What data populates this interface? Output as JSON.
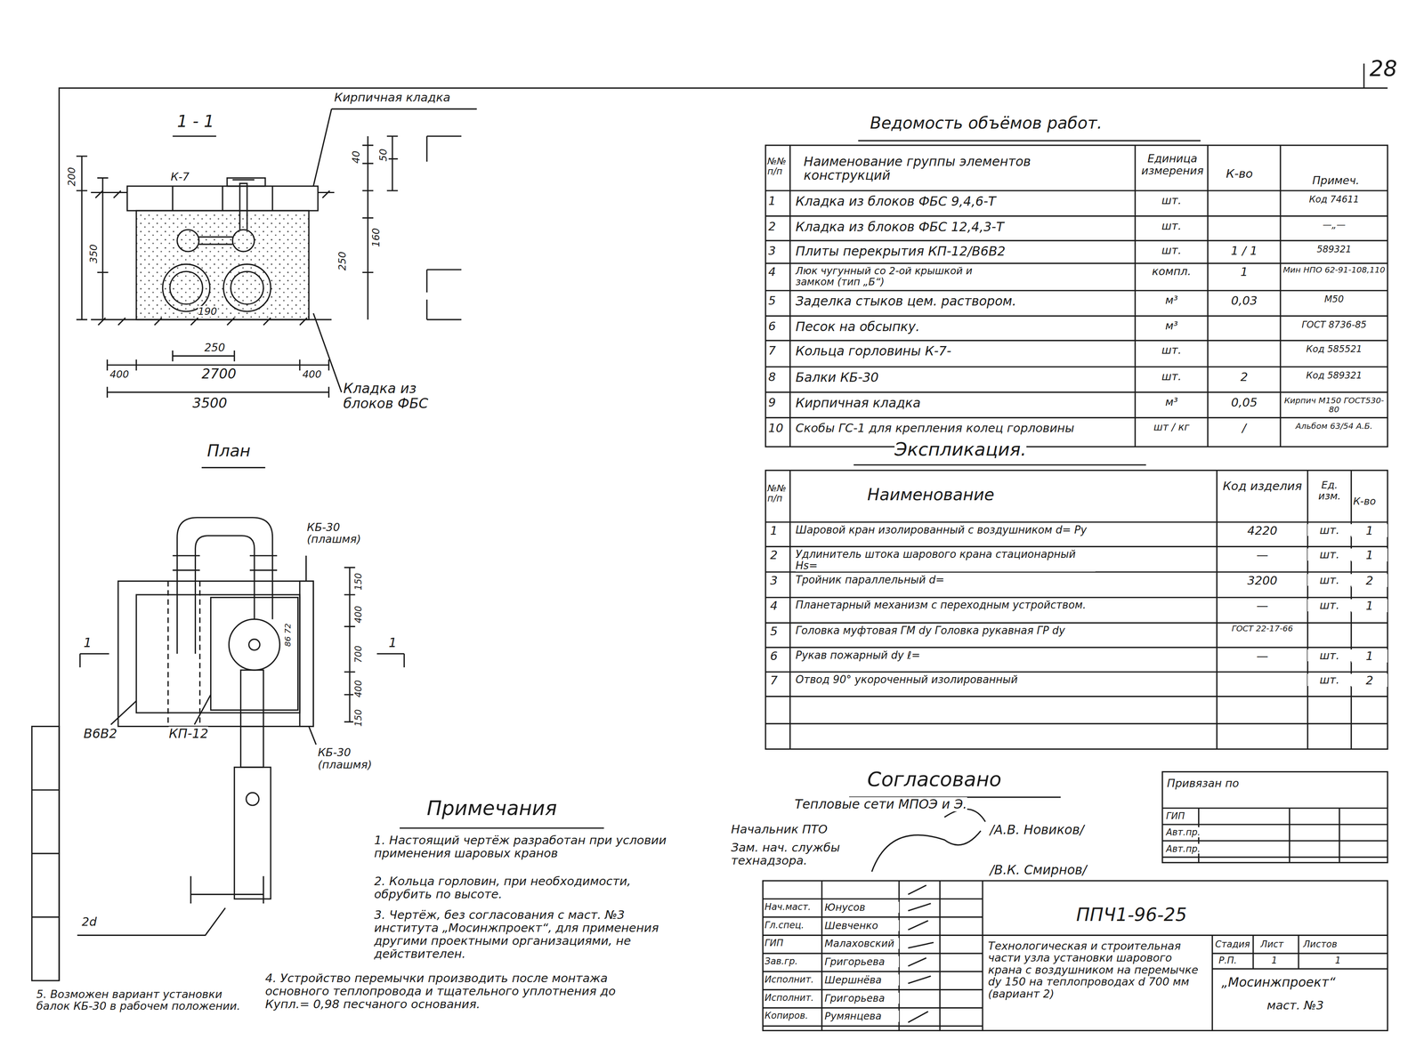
{
  "diagram": {
    "labels": [
      "28",
      "Кирпичная кладка",
      "1 - 1",
      "К-7",
      "200",
      "350",
      "40",
      "50",
      "250",
      "160",
      "190",
      "250",
      "2700",
      "400",
      "400",
      "3500",
      "Кладка из блоков ФБС",
      "План",
      "КБ-30 (плашмя)",
      "1",
      "1",
      "150",
      "400",
      "700",
      "400",
      "150",
      "86 72",
      "В6В2",
      "КП-12",
      "КБ-30 (плашмя)",
      "2d",
      "Ведомость объёмов работ.",
      "№№ п/п",
      "Наименование группы элементов конструкций",
      "Единица измерения",
      "К-во",
      "Примеч.",
      "1",
      "Кладка из блоков ФБС 9,4,6-Т",
      "шт.",
      "Код 74611",
      "2",
      "Кладка из блоков ФБС 12,4,3-Т",
      "шт.",
      "—„—",
      "3",
      "Плиты перекрытия КП-12/В6В2",
      "шт.",
      "1 / 1",
      "589321",
      "4",
      "Люк чугунный со 2-ой крышкой и замком (тип „Б“)",
      "компл.",
      "1",
      "Мин НПО 62-91-108,110",
      "5",
      "Заделка стыков цем. раствором.",
      "м³",
      "0,03",
      "М50",
      "6",
      "Песок на обсыпку.",
      "м³",
      "ГОСТ 8736-85",
      "7",
      "Кольца горловины К-7-",
      "шт.",
      "Код 585521",
      "8",
      "Балки КБ-30",
      "шт.",
      "2",
      "Код 589321",
      "9",
      "Кирпичная кладка",
      "м³",
      "0,05",
      "Кирпич М150 ГОСТ530-80",
      "10",
      "Скобы ГС-1 для крепления колец горловины",
      "шт / кг",
      "/",
      "Альбом 63/54 А.Б.",
      "Экспликация.",
      "№№ п/п",
      "Наименование",
      "Код изделия",
      "Ед. изм.",
      "К-во",
      "1",
      "Шаровой кран изолированный с воздушником d= Ру",
      "4220",
      "шт.",
      "1",
      "2",
      "Удлинитель штока шарового крана стационарный Hs=",
      "—",
      "шт.",
      "1",
      "3",
      "Тройник параллельный d=",
      "3200",
      "шт.",
      "2",
      "4",
      "Планетарный механизм с переходным устройством.",
      "—",
      "шт.",
      "1",
      "5",
      "Головка муфтовая ГМ dy Головка рукавная ГР dy",
      "ГОСТ 22-17-66",
      "6",
      "Рукав пожарный dy ℓ=",
      "—",
      "шт.",
      "1",
      "7",
      "Отвод 90° укороченный изолированный",
      "шт.",
      "2",
      "Согласовано",
      "Тепловые сети МПОЭ и Э.",
      "Начальник ПТО",
      "/А.В. Новиков/",
      "Зам. нач. службы технадзора.",
      "/В.К. Смирнов/",
      "Привязан по",
      "ГИП",
      "Авт.пр.",
      "Авт.пр.",
      "Нач.маст.",
      "Юнусов",
      "Гл.спец.",
      "Шевченко",
      "ГИП",
      "Малаховский",
      "Зав.гр.",
      "Григорьева",
      "Исполнит.",
      "Шершнёва",
      "Исполнит.",
      "Григорьева",
      "Копиров.",
      "Румянцева",
      "ППЧ1-96-25",
      "Технологическая и строительная части узла установки шарового крана с воздушником на перемычке dy 150 на теплопроводах d 700 мм (вариант 2)",
      "Стадия",
      "Лист",
      "Листов",
      "Р.П.",
      "1",
      "1",
      "„Мосинжпроект“",
      "маст. №3",
      "Примечания",
      "1. Настоящий чертёж разработан при условии применения шаровых кранов",
      "2. Кольца горловин, при необходимости, обрубить по высоте.",
      "3. Чертёж, без согласования с маст. №3 института „Мосинжпроект“, для применения другими проектными организациями, не действителен.",
      "4. Устройство перемычки производить после монтажа основного теплопровода и тщательного уплотнения до Купл.= 0,98 песчаного основания.",
      "5. Возможен вариант установки балок КБ-30 в рабочем положении."
    ]
  }
}
